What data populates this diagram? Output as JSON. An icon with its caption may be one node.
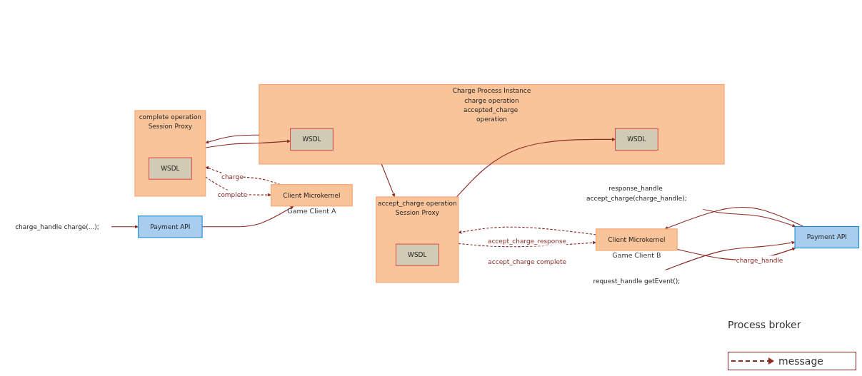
{
  "diagram": {
    "nodes": [
      {
        "text": [
          "charge_handle charge(...);"
        ]
      },
      {
        "text": [
          "Payment API"
        ]
      },
      {
        "text": [
          "Client Microkernel"
        ],
        "beside": [
          "Game Client A"
        ]
      },
      {
        "text": [
          "Charge Process Instance",
          "charge operation",
          "accepted_charge operation"
        ]
      },
      {
        "text": [
          "WSDL"
        ],
        "in": 3
      },
      {
        "text": [
          "WSDL"
        ],
        "in": 3
      },
      {
        "text": [
          "complete operation",
          "Session Proxy"
        ]
      },
      {
        "text": [
          "WSDL"
        ],
        "in": 6
      },
      {
        "text": [
          "accept_charge operation",
          "Session Proxy"
        ]
      },
      {
        "text": [
          "WSDL"
        ],
        "in": 8
      },
      {
        "text": [
          "Client Microkernel"
        ],
        "beside": [
          "Game Client B"
        ]
      },
      {
        "text": [
          "Payment API"
        ]
      },
      {
        "text": [
          "request_handle getEvent();"
        ]
      },
      {
        "text": [
          "response_handle accept_charge(charge_handle);"
        ]
      }
    ],
    "edges": [
      {
        "from": 0,
        "to": 1,
        "arrow": "to"
      },
      {
        "from": 1,
        "to": 2,
        "arrow": "to"
      },
      {
        "from": 2,
        "to": 6,
        "arrow": "to",
        "label": "charge",
        "style": "dashed"
      },
      {
        "from": 6,
        "to": 2,
        "arrow": "to",
        "label": "complete",
        "style": "dashed"
      },
      {
        "from": 6,
        "to": 4,
        "arrow": "to"
      },
      {
        "from": 3,
        "to": 6,
        "arrow": "to"
      },
      {
        "from": 8,
        "to": 5,
        "arrow": "to"
      },
      {
        "from": 3,
        "to": 8,
        "arrow": "to"
      },
      {
        "from": 8,
        "to": 10,
        "arrow": "to",
        "label": "accept_charge complete",
        "style": "dashed"
      },
      {
        "from": 10,
        "to": 8,
        "arrow": "to",
        "label": "accept_charge_response",
        "style": "dashed"
      },
      {
        "from": 10,
        "to": 11,
        "arrow": "to",
        "label": "charge_handle"
      },
      {
        "from": 11,
        "to": 10,
        "arrow": "to"
      },
      {
        "from": 12,
        "to": 11,
        "arrow": "to"
      },
      {
        "from": 13,
        "to": 11,
        "arrow": "to"
      }
    ],
    "labels": [
      "Process broker"
    ],
    "legend": [
      {
        "text": "message"
      }
    ]
  }
}
